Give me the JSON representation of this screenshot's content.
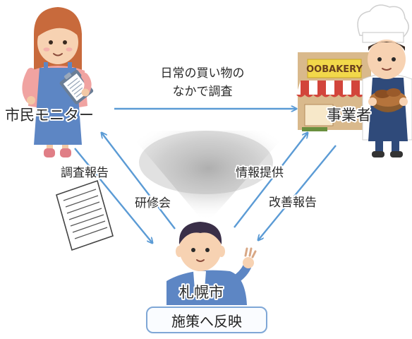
{
  "nodes": {
    "monitor": "市民モニター",
    "business": "事業者",
    "city": "札幌市"
  },
  "edges": {
    "monitor_to_business": [
      "日常の買い物の",
      "なかで調査"
    ],
    "monitor_to_city": "調査報告",
    "city_to_monitor": "研修会",
    "city_to_business": "情報提供",
    "business_to_city": "改善報告"
  },
  "shop_sign": "OOBAKERY",
  "policy_box": "施策へ反映",
  "icons": [
    "woman-monitor-icon",
    "clipboard-icon",
    "report-document-icon",
    "baker-icon",
    "bakery-shop-icon",
    "city-official-icon"
  ],
  "colors": {
    "arrow": "#5b9bd5",
    "box_border": "#7fa7d6"
  }
}
